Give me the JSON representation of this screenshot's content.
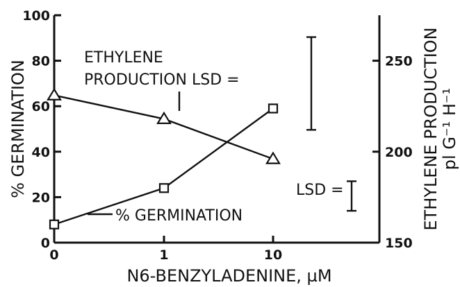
{
  "chart_data": {
    "type": "line",
    "x": [
      0,
      1,
      10
    ],
    "x_tick_labels": [
      "0",
      "1",
      "10"
    ],
    "xlabel": "N6-BENZYLADENINE, µM",
    "ylabel_left": "% GERMINATION",
    "ylabel_right_line1": "ETHYLENE PRODUCTION",
    "ylabel_right_line2": "pl G⁻¹ H⁻¹",
    "ylim_left": [
      0,
      100
    ],
    "ylim_right": [
      150,
      275
    ],
    "y_ticks_left": [
      0,
      20,
      40,
      60,
      80,
      100
    ],
    "y_ticks_right": [
      150,
      200,
      250
    ],
    "grid": false,
    "series": [
      {
        "name": "% GERMINATION",
        "axis": "left",
        "marker": "square",
        "values": [
          8,
          24,
          59
        ]
      },
      {
        "name": "ETHYLENE PRODUCTION",
        "axis": "right",
        "marker": "triangle",
        "values": [
          231,
          218,
          196
        ]
      }
    ],
    "annotations": {
      "ethylene_line1": "ETHYLENE",
      "ethylene_line2": "PRODUCTION LSD =",
      "germination_label": "% GERMINATION",
      "lsd_label": "LSD =",
      "ethylene_lsd_range": [
        212,
        263
      ],
      "germination_lsd_range": [
        14,
        27
      ]
    }
  }
}
